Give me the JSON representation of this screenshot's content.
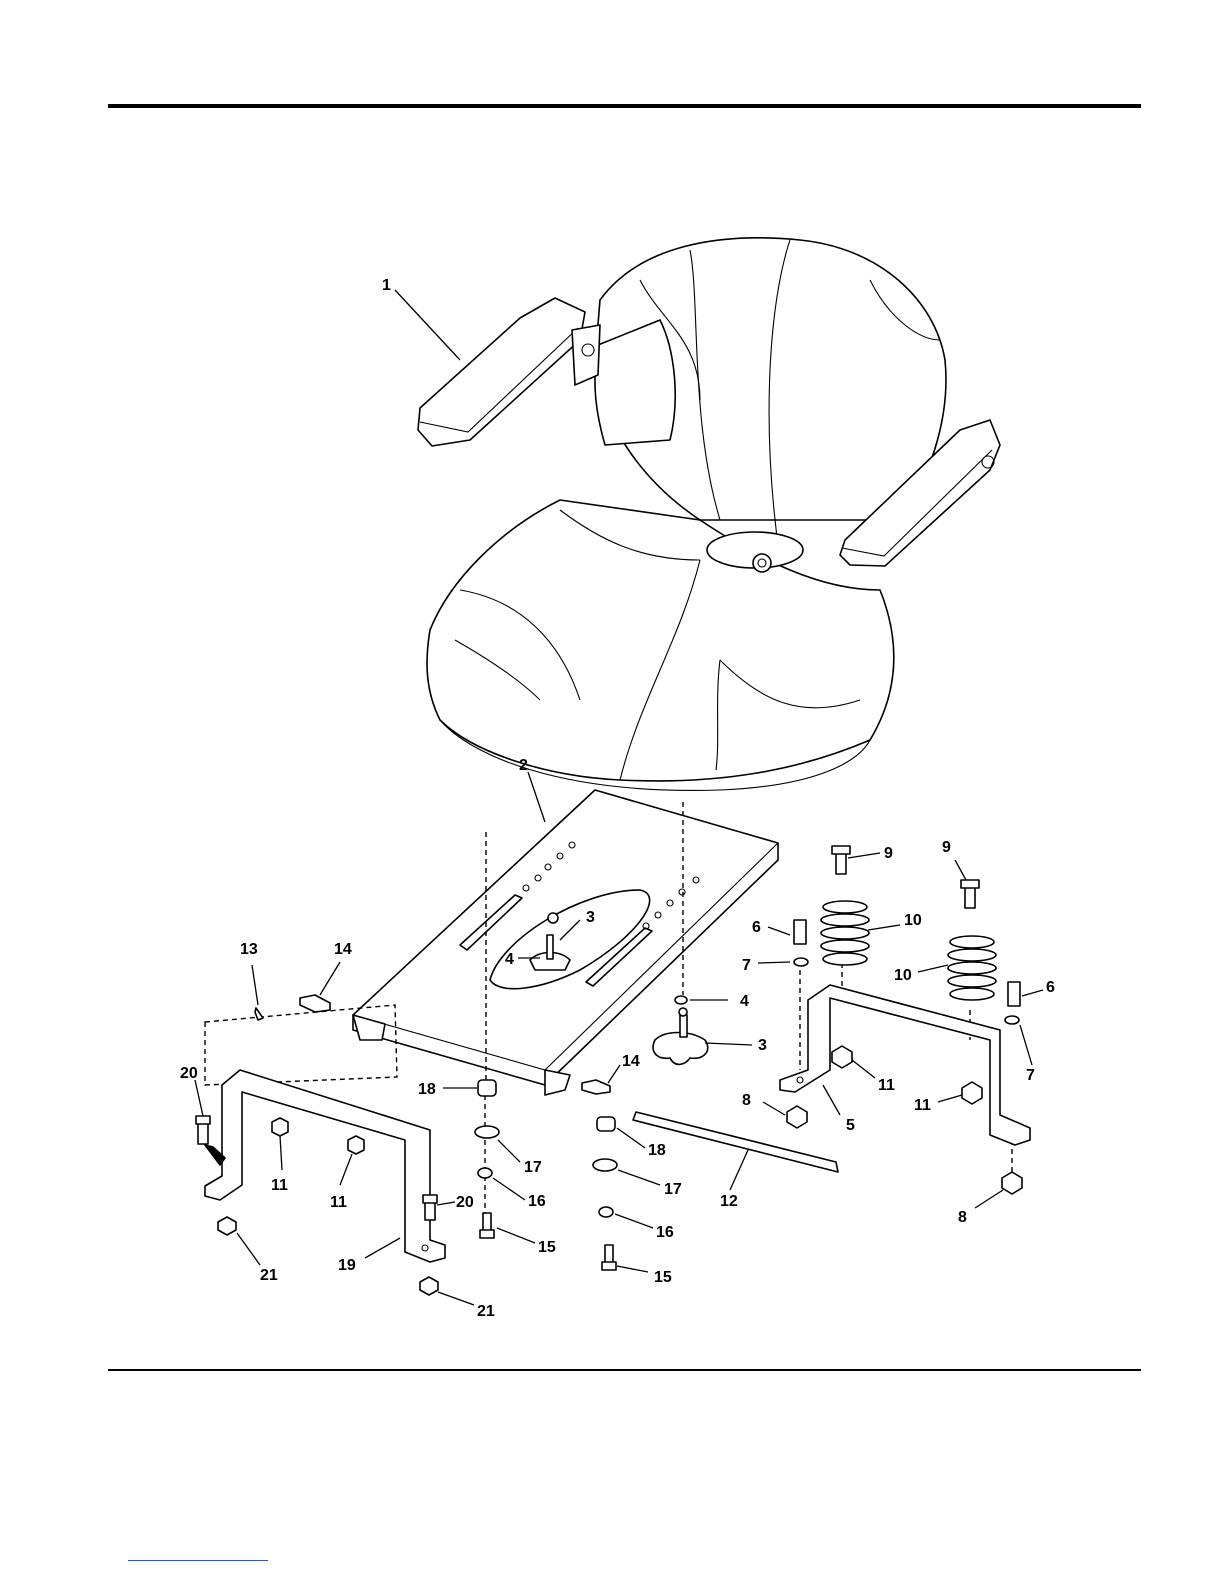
{
  "callouts": [
    {
      "id": "c1",
      "text": "1"
    },
    {
      "id": "c2",
      "text": "2"
    },
    {
      "id": "c3a",
      "text": "3"
    },
    {
      "id": "c4a",
      "text": "4"
    },
    {
      "id": "c3b",
      "text": "3"
    },
    {
      "id": "c4b",
      "text": "4"
    },
    {
      "id": "c5",
      "text": "5"
    },
    {
      "id": "c6a",
      "text": "6"
    },
    {
      "id": "c6b",
      "text": "6"
    },
    {
      "id": "c7a",
      "text": "7"
    },
    {
      "id": "c7b",
      "text": "7"
    },
    {
      "id": "c8a",
      "text": "8"
    },
    {
      "id": "c8b",
      "text": "8"
    },
    {
      "id": "c9a",
      "text": "9"
    },
    {
      "id": "c9b",
      "text": "9"
    },
    {
      "id": "c10a",
      "text": "10"
    },
    {
      "id": "c10b",
      "text": "10"
    },
    {
      "id": "c11a",
      "text": "11"
    },
    {
      "id": "c11b",
      "text": "11"
    },
    {
      "id": "c11c",
      "text": "11"
    },
    {
      "id": "c11d",
      "text": "11"
    },
    {
      "id": "c12",
      "text": "12"
    },
    {
      "id": "c13",
      "text": "13"
    },
    {
      "id": "c14a",
      "text": "14"
    },
    {
      "id": "c14b",
      "text": "14"
    },
    {
      "id": "c15a",
      "text": "15"
    },
    {
      "id": "c15b",
      "text": "15"
    },
    {
      "id": "c16a",
      "text": "16"
    },
    {
      "id": "c16b",
      "text": "16"
    },
    {
      "id": "c17a",
      "text": "17"
    },
    {
      "id": "c17b",
      "text": "17"
    },
    {
      "id": "c18a",
      "text": "18"
    },
    {
      "id": "c18b",
      "text": "18"
    },
    {
      "id": "c19",
      "text": "19"
    },
    {
      "id": "c20a",
      "text": "20"
    },
    {
      "id": "c20b",
      "text": "20"
    },
    {
      "id": "c21a",
      "text": "21"
    },
    {
      "id": "c21b",
      "text": "21"
    }
  ]
}
